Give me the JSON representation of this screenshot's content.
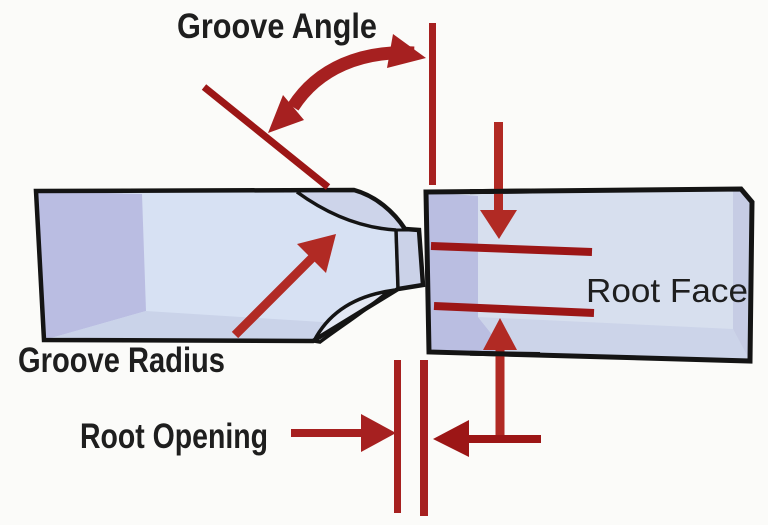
{
  "diagram": {
    "type": "weld-joint-groove-terminology",
    "labels": {
      "groove_angle": "Groove Angle",
      "groove_radius": "Groove Radius",
      "root_opening": "Root Opening",
      "root_face": "Root Face"
    }
  },
  "colors": {
    "background": "#fbfbf9",
    "outline": "#141414",
    "text": "#1e1e1e",
    "red_dark": "#9c1616",
    "red_mid": "#a62020",
    "red_bright": "#b12a24",
    "face_light": "#d7e1f3",
    "face_left": "#babde2",
    "face_floor": "#cad3e9",
    "face_band": "#cdd4ea",
    "face_sliver": "#cbd2e8",
    "right_main": "#d7dfee",
    "right_left": "#babee1",
    "right_floor": "#ccd4e9",
    "right_band": "#c6cce4",
    "lens": "#e3e8f4"
  }
}
